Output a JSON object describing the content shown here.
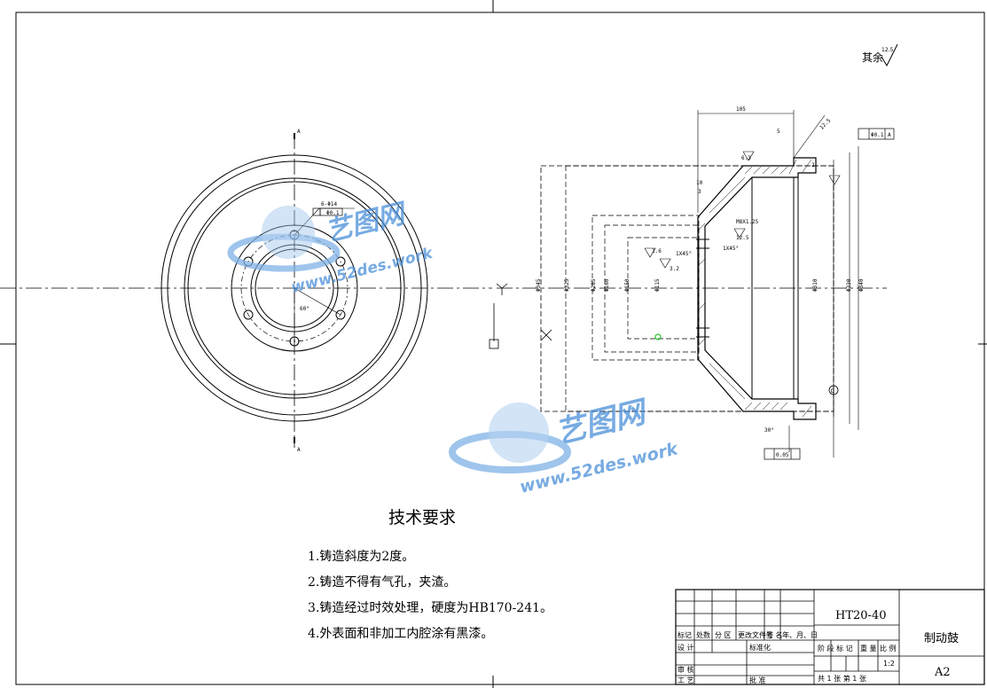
{
  "roughness_note": {
    "label": "其余",
    "value": "12.5"
  },
  "tech_requirements": {
    "title": "技术要求",
    "items": [
      "1.铸造斜度为2度。",
      "2.铸造不得有气孔，夹渣。",
      "3.铸造经过时效处理，硬度为HB170-241。",
      "4.外表面和非加工内腔涂有黑漆。"
    ]
  },
  "title_block": {
    "material": "HT20-40",
    "part_name": "制动鼓",
    "sheet_size": "A2",
    "scale": "1:2",
    "header_row": [
      "标记",
      "处数",
      "分 区",
      "更改文件号",
      "签 名",
      "年、月、日"
    ],
    "standardize": "标准化",
    "design": "设 计",
    "check": "审 核",
    "process": "工 艺",
    "approve": "批 准",
    "stage_mark": "阶 段 标 记",
    "weight": "重 量",
    "ratio": "比 例",
    "sheets": "共 1  张   第 1 张"
  },
  "front_view": {
    "hole_callout": "6-Φ14",
    "position_tol": "Φ0.1",
    "angle": "60°",
    "section_label_top": "A",
    "section_label_bottom": "A"
  },
  "section_view": {
    "dims_top": [
      "105",
      "5",
      "2",
      "10",
      "3"
    ],
    "dia_labels": [
      "Φ345",
      "Φ325",
      "Φ285",
      "Φ160",
      "Φ150",
      "Φ115"
    ],
    "dia_right": [
      "Φ310",
      "Φ330",
      "Φ340"
    ],
    "roughness_values": [
      "12.5",
      "6.3",
      "1.6",
      "3.2",
      "12.5"
    ],
    "chamfers": [
      "1X45°",
      "1X45°"
    ],
    "thread": "M8X1.25",
    "concentricity_tol": "Φ0.1",
    "runout_tol": "0.05",
    "datum": "D",
    "datum2": "A",
    "angle_bottom": "30°"
  },
  "watermark": {
    "brand": "艺图网",
    "url": "www.52des.work"
  },
  "colors": {
    "line": "#000000",
    "watermark": "#4a90d9",
    "accent": "#00c000"
  }
}
